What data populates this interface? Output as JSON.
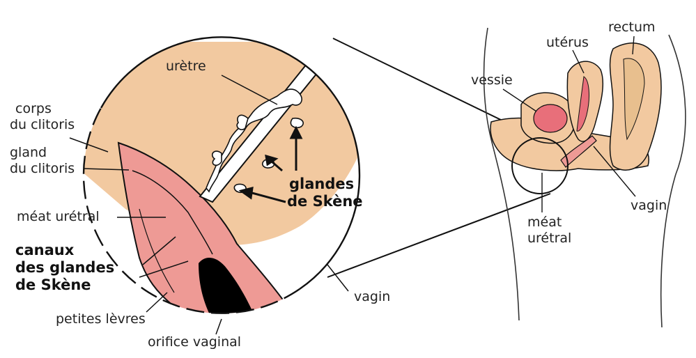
{
  "labels": {
    "uretre": "urètre",
    "corps_clitoris_1": "corps",
    "corps_clitoris_2": "du clitoris",
    "gland_clitoris_1": "gland",
    "gland_clitoris_2": "du clitoris",
    "meat_uretral": "méat urétral",
    "canaux_1": "canaux",
    "canaux_2": "des glandes",
    "canaux_3": "de Skène",
    "petites_levres": "petites lèvres",
    "orifice_vaginal": "orifice vaginal",
    "vagin_detail": "vagin",
    "glandes_1": "glandes",
    "glandes_2": "de Skène",
    "vessie": "vessie",
    "uterus": "utérus",
    "rectum": "rectum",
    "vagin_overview": "vagin",
    "meat_overview_1": "méat",
    "meat_overview_2": "urétral"
  },
  "colors": {
    "tissue": "#f2c9a0",
    "mucosa": "#ee9a95",
    "bladder": "#e86f7a",
    "outline": "#111111",
    "cavity": "#000000"
  }
}
